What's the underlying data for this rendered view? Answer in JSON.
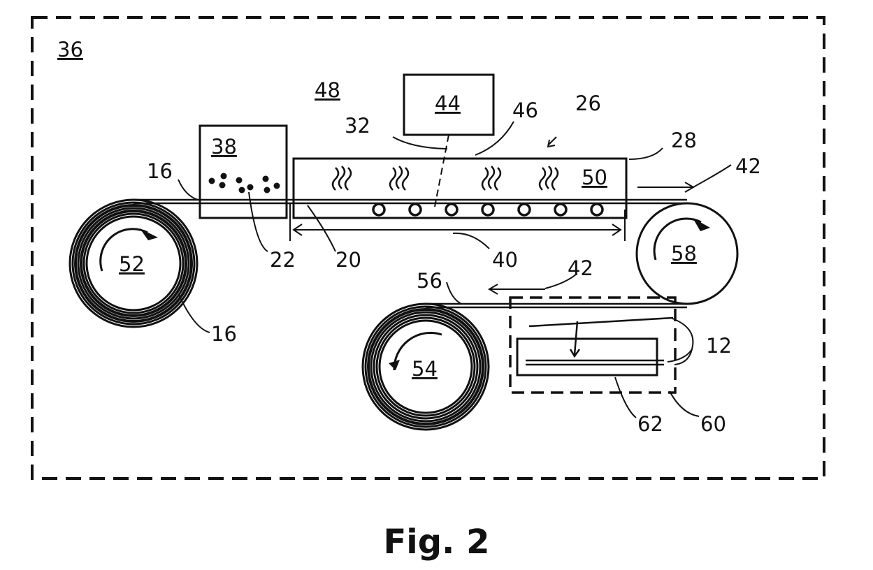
{
  "labels": {
    "r36": "36",
    "r38": "38",
    "r44": "44",
    "r48": "48",
    "r50": "50",
    "r52": "52",
    "r54": "54",
    "r58": "58",
    "r26": "26",
    "r46": "46",
    "r32": "32",
    "r28": "28",
    "r42a": "42",
    "r42b": "42",
    "r16a": "16",
    "r16b": "16",
    "r22": "22",
    "r20": "20",
    "r40": "40",
    "r56": "56",
    "r12": "12",
    "r62": "62",
    "r60": "60"
  },
  "caption": "Fig. 2",
  "colors": {
    "ink": "#111111",
    "background": "#ffffff"
  }
}
